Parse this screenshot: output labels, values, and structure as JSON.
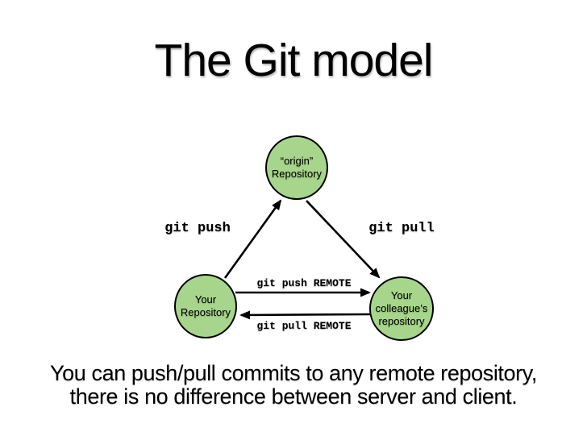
{
  "slide": {
    "title": "The Git model",
    "caption": "You can push/pull commits to any remote repository,\nthere is no difference between server and client."
  },
  "diagram": {
    "type": "graph",
    "nodes": [
      {
        "id": "origin",
        "label": "“origin”\nRepository"
      },
      {
        "id": "your-repo",
        "label": "Your\nRepository"
      },
      {
        "id": "colleague-repo",
        "label": "Your\ncolleague’s\nrepository"
      }
    ],
    "edges": [
      {
        "from": "your-repo",
        "to": "origin",
        "label": "git push"
      },
      {
        "from": "origin",
        "to": "colleague-repo",
        "label": "git pull"
      },
      {
        "from": "your-repo",
        "to": "colleague-repo",
        "label": "git push REMOTE"
      },
      {
        "from": "colleague-repo",
        "to": "your-repo",
        "label": "git pull REMOTE"
      }
    ],
    "colors": {
      "node_fill": "#a7d58b",
      "node_border": "#000000",
      "arrow": "#000000",
      "background": "#ffffff"
    }
  }
}
